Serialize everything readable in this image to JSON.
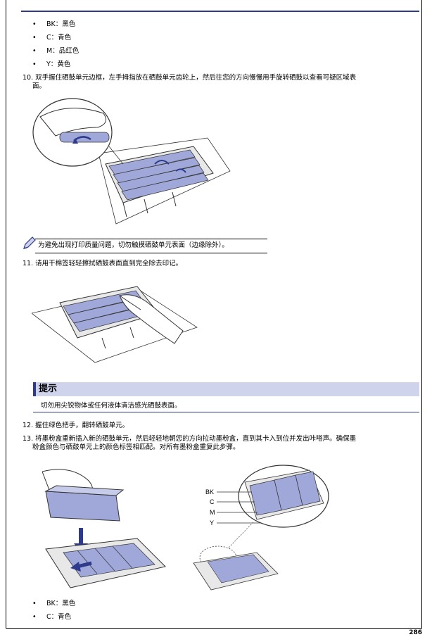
{
  "top_bullets": [
    {
      "code": "BK：",
      "text": "黑色"
    },
    {
      "code": "C：",
      "text": "青色"
    },
    {
      "code": "M：",
      "text": "品红色"
    },
    {
      "code": "Y：",
      "text": "黄色"
    }
  ],
  "step10": {
    "number": "10.",
    "line1": "双手握住硒鼓单元边框，左手拇指放在硒鼓单元齿轮上，然后往您的方向慢慢用手旋转硒鼓以查看可疑区域表",
    "line2": "面。"
  },
  "note": {
    "text": "为避免出现打印质量问题，切勿触摸硒鼓单元表面（边缘除外）。",
    "icon": "pencil-icon"
  },
  "step11": {
    "number": "11.",
    "text": "请用干棉签轻轻擦拭硒鼓表面直到完全除去印记。"
  },
  "tip": {
    "title": "提示",
    "text": "切勿用尖锐物体或任何液体清洁感光硒鼓表面。"
  },
  "step12": {
    "number": "12.",
    "text": "握住绿色把手，翻转硒鼓单元。"
  },
  "step13": {
    "number": "13.",
    "line1": "将墨粉盒重新插入新的硒鼓单元，然后轻轻地朝您的方向拉动墨粉盒，直到其卡入到位并发出咔嗒声。确保墨",
    "line2": "粉盒颜色与硒鼓单元上的颜色标签相匹配。对所有墨粉盒重复此步骤。"
  },
  "diagram_labels": [
    "BK",
    "C",
    "M",
    "Y"
  ],
  "bottom_bullets": [
    {
      "code": "BK：",
      "text": "黑色"
    },
    {
      "code": "C：",
      "text": "青色"
    }
  ],
  "page_number": "286",
  "colors": {
    "accent": "#2e3a8c",
    "tip_bg": "#cfd3ec",
    "drum_blue": "#9fa8d8"
  }
}
